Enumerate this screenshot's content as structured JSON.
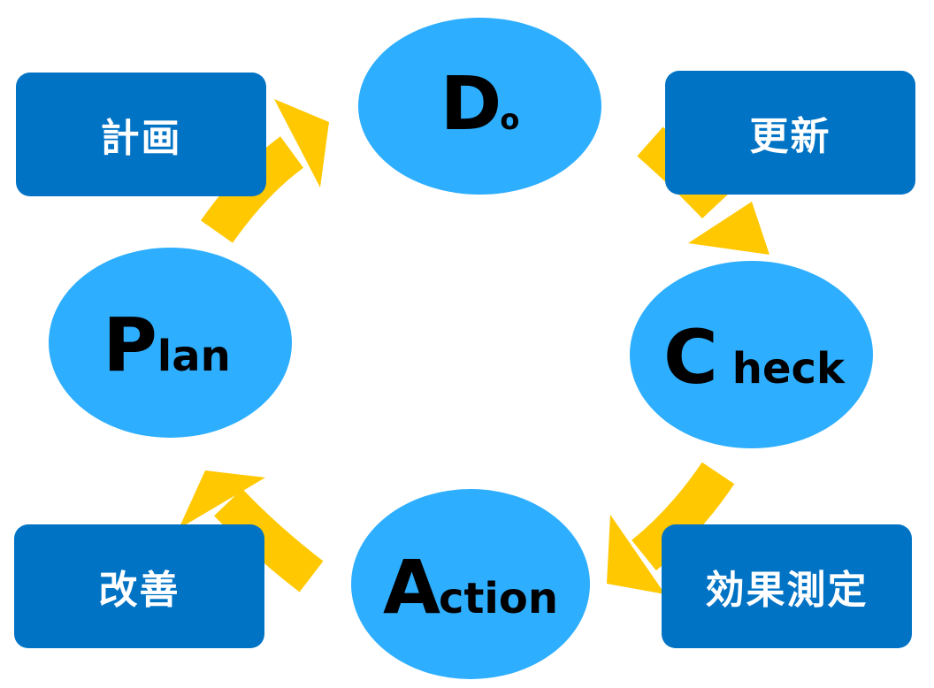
{
  "colors": {
    "ellipse_fill": "#2EAEFF",
    "box_fill": "#0073C5",
    "arrow_fill": "#FFC800",
    "ellipse_text": "#000000",
    "box_text": "#FFFFFF"
  },
  "phases": {
    "do": {
      "initial": "D",
      "rest": "o"
    },
    "check": {
      "initial": "C",
      "rest": "heck"
    },
    "action": {
      "initial": "A",
      "rest": "ction"
    },
    "plan": {
      "initial": "P",
      "rest": "lan"
    }
  },
  "labels": {
    "plan": "計画",
    "update": "更新",
    "improve": "改善",
    "measure": "効果測定"
  },
  "arrows": [
    {
      "name": "plan-to-do-arrow",
      "from": "Plan",
      "to": "Do"
    },
    {
      "name": "do-to-check-arrow",
      "from": "Do",
      "to": "Check"
    },
    {
      "name": "check-to-action-arrow",
      "from": "Check",
      "to": "Action"
    },
    {
      "name": "action-to-plan-arrow",
      "from": "Action",
      "to": "Plan"
    }
  ]
}
